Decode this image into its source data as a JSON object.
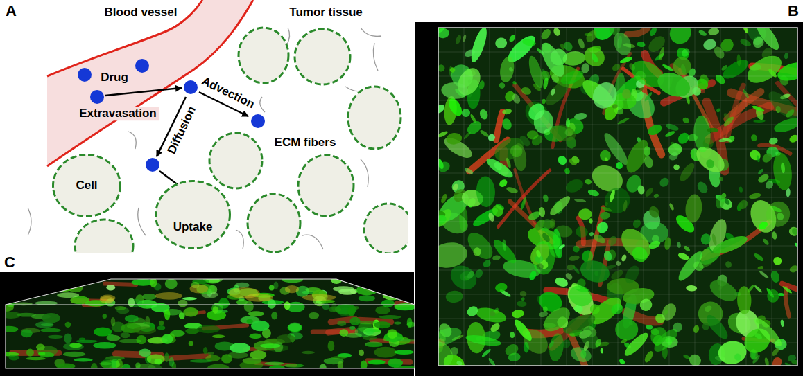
{
  "diagram": {
    "nodes": [
      {
        "text": [
          "Cell"
        ]
      },
      {
        "text": [
          "Uptake"
        ]
      }
    ],
    "labels": [
      "A",
      "Blood vessel",
      "Tumor tissue",
      "Drug",
      "Extravasation",
      "Advection",
      "ECM fibers",
      "Diffusion",
      "B",
      "C"
    ]
  }
}
